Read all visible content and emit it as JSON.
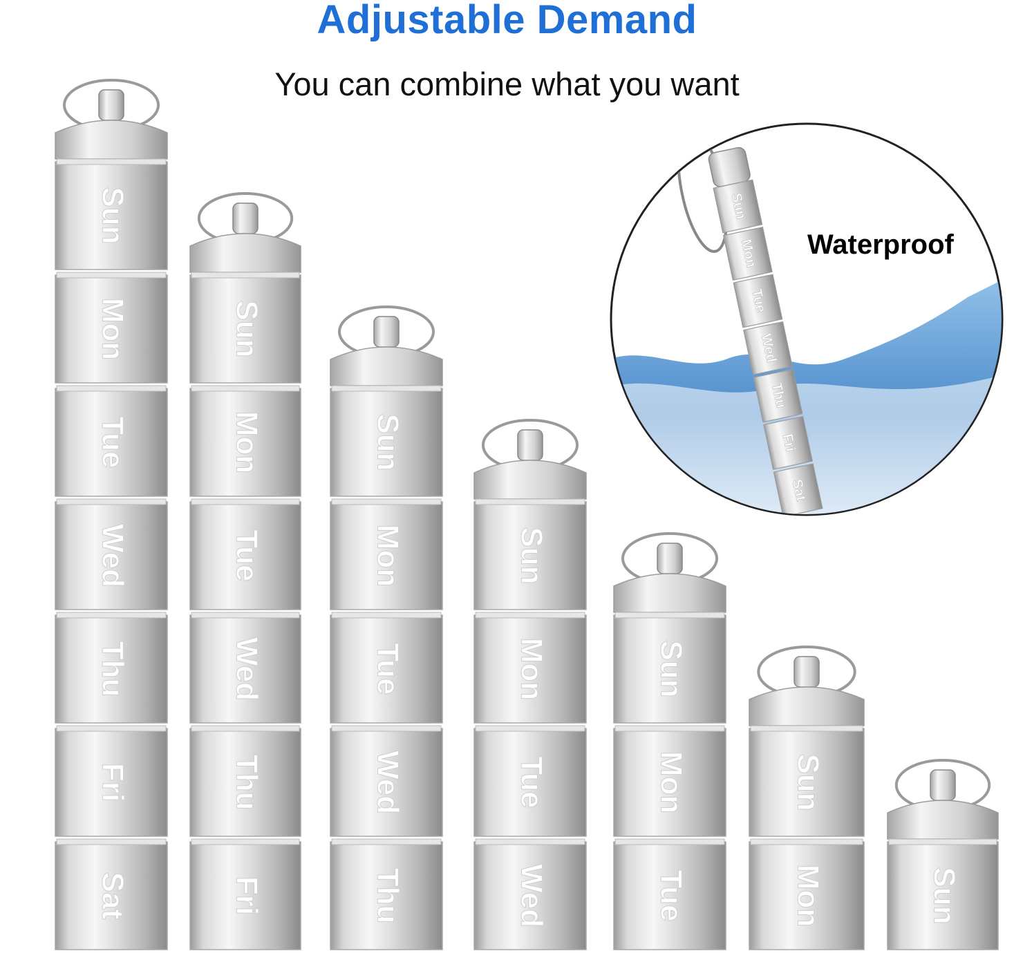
{
  "header": {
    "title": "Adjustable Demand",
    "subtitle": "You can combine what you want"
  },
  "colors": {
    "title": "#1f6fd6",
    "metal_light": "#f2f2f2",
    "metal_mid": "#c8c8c8",
    "metal_dark": "#8e8e8e",
    "water": "#3b84c9"
  },
  "cases": [
    {
      "days": [
        "Sun",
        "Mon",
        "Tue",
        "Wed",
        "Thu",
        "Fri",
        "Sat"
      ]
    },
    {
      "days": [
        "Sun",
        "Mon",
        "Tue",
        "Wed",
        "Thu",
        "Fri"
      ]
    },
    {
      "days": [
        "Sun",
        "Mon",
        "Tue",
        "Wed",
        "Thu"
      ]
    },
    {
      "days": [
        "Sun",
        "Mon",
        "Tue",
        "Wed"
      ]
    },
    {
      "days": [
        "Sun",
        "Mon",
        "Tue"
      ]
    },
    {
      "days": [
        "Sun",
        "Mon"
      ]
    },
    {
      "days": [
        "Sun"
      ]
    }
  ],
  "inset": {
    "label": "Waterproof",
    "days": [
      "Sun",
      "Mon",
      "Tue",
      "Wed",
      "Thu",
      "Fri",
      "Sat"
    ],
    "icon": "water-splash"
  }
}
